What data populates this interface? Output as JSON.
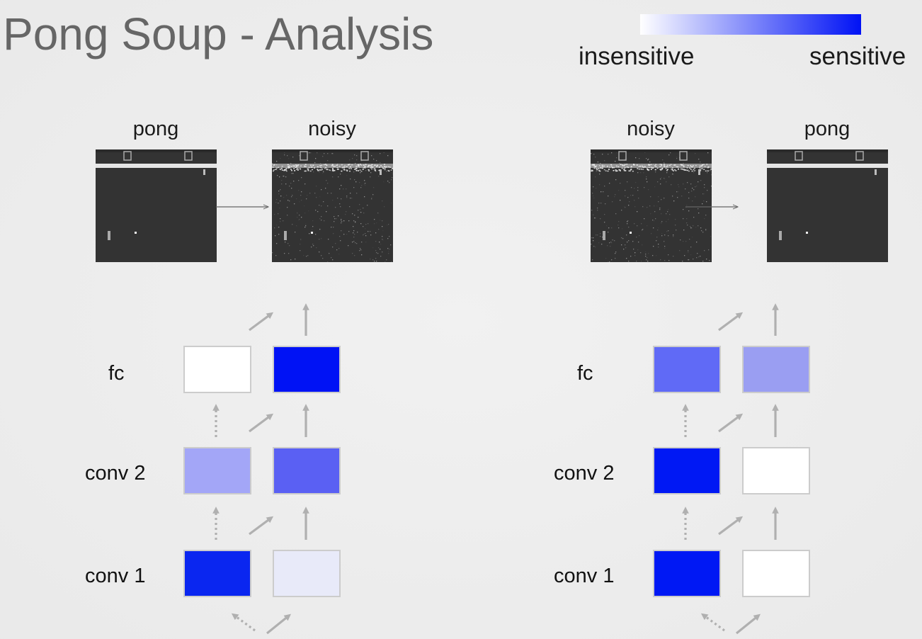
{
  "title": "Pong Soup - Analysis",
  "legend": {
    "low_label": "insensitive",
    "high_label": "sensitive",
    "color_low": "#ffffff",
    "color_high": "#0012f5"
  },
  "colors": {
    "background": "#eeeeee",
    "title": "#666666",
    "arrow": "#b0b0b0",
    "cell_border": "#cccccc",
    "frame_bg": "#333333"
  },
  "panels": [
    {
      "source_label": "pong",
      "target_label": "noisy",
      "source_image": "pong-frame",
      "target_image": "noisy-pong-frame",
      "layers": [
        {
          "name": "fc",
          "sensitivity": [
            "#ffffff",
            "#0012f5"
          ]
        },
        {
          "name": "conv 2",
          "sensitivity": [
            "#a3a6f7",
            "#5a60f3"
          ]
        },
        {
          "name": "conv 1",
          "sensitivity": [
            "#0a26f0",
            "#e8eaf9"
          ]
        }
      ]
    },
    {
      "source_label": "noisy",
      "target_label": "pong",
      "source_image": "noisy-pong-frame",
      "target_image": "pong-frame",
      "layers": [
        {
          "name": "fc",
          "sensitivity": [
            "#606af6",
            "#9a9ef2"
          ]
        },
        {
          "name": "conv 2",
          "sensitivity": [
            "#0018f4",
            "#ffffff"
          ]
        },
        {
          "name": "conv 1",
          "sensitivity": [
            "#0018f4",
            "#ffffff"
          ]
        }
      ]
    }
  ]
}
